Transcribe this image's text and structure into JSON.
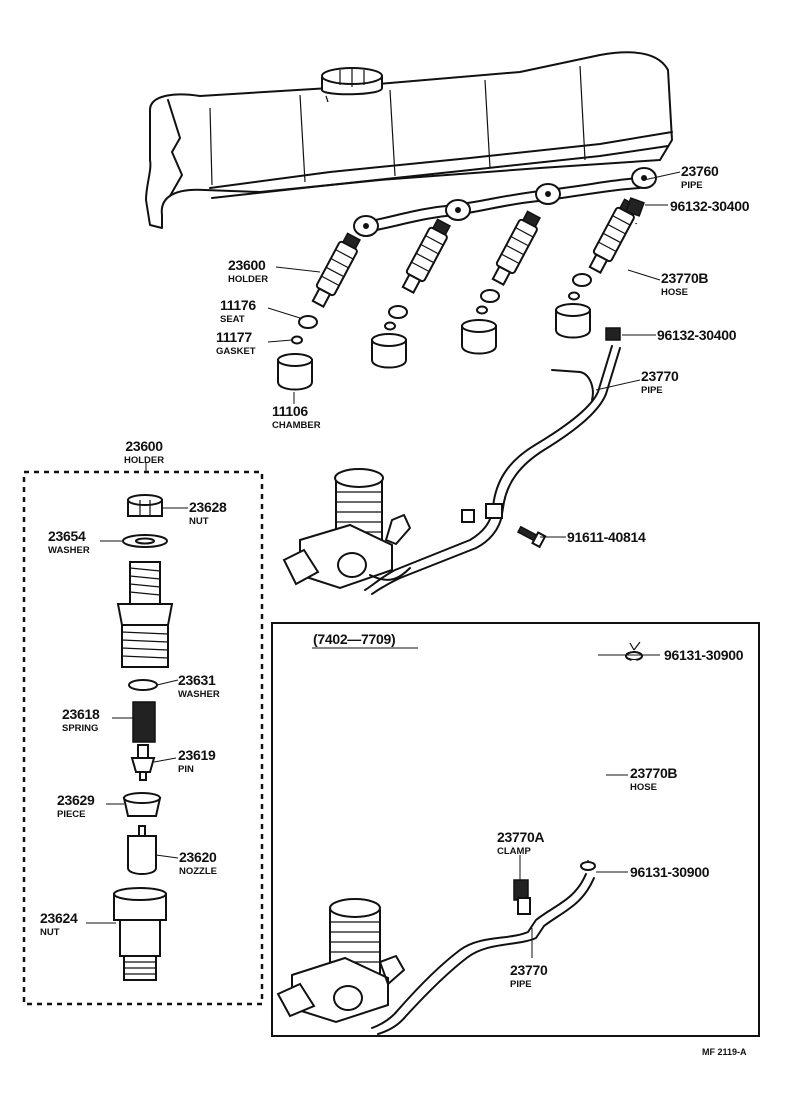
{
  "diagram_ref": "MF 2119-A",
  "main_parts": [
    {
      "id": "pipe_23760",
      "number": "23760",
      "name": "PIPE"
    },
    {
      "id": "union_96132_a",
      "number": "96132-30400",
      "name": ""
    },
    {
      "id": "hose_23770b",
      "number": "23770B",
      "name": "HOSE"
    },
    {
      "id": "union_96132_b",
      "number": "96132-30400",
      "name": ""
    },
    {
      "id": "pipe_23770",
      "number": "23770",
      "name": "PIPE"
    },
    {
      "id": "bolt_91611",
      "number": "91611-40814",
      "name": ""
    },
    {
      "id": "holder_23600",
      "number": "23600",
      "name": "HOLDER"
    },
    {
      "id": "seat_11176",
      "number": "11176",
      "name": "SEAT"
    },
    {
      "id": "gasket_11177",
      "number": "11177",
      "name": "GASKET"
    },
    {
      "id": "chamber_11106",
      "number": "11106",
      "name": "CHAMBER"
    }
  ],
  "holder_detail": {
    "title_number": "23600",
    "title_name": "HOLDER",
    "parts": [
      {
        "id": "nut_23628",
        "number": "23628",
        "name": "NUT"
      },
      {
        "id": "washer_23654",
        "number": "23654",
        "name": "WASHER"
      },
      {
        "id": "washer_23631",
        "number": "23631",
        "name": "WASHER"
      },
      {
        "id": "spring_23618",
        "number": "23618",
        "name": "SPRING"
      },
      {
        "id": "pin_23619",
        "number": "23619",
        "name": "PIN"
      },
      {
        "id": "piece_23629",
        "number": "23629",
        "name": "PIECE"
      },
      {
        "id": "nozzle_23620",
        "number": "23620",
        "name": "NOZZLE"
      },
      {
        "id": "nut_23624",
        "number": "23624",
        "name": "NUT"
      }
    ]
  },
  "inset": {
    "date_range": "(7402—7709)",
    "parts": [
      {
        "id": "clip_96131_a",
        "number": "96131-30900",
        "name": ""
      },
      {
        "id": "hose_23770b_i",
        "number": "23770B",
        "name": "HOSE"
      },
      {
        "id": "clamp_23770a",
        "number": "23770A",
        "name": "CLAMP"
      },
      {
        "id": "clip_96131_b",
        "number": "96131-30900",
        "name": ""
      },
      {
        "id": "pipe_23770_i",
        "number": "23770",
        "name": "PIPE"
      }
    ]
  }
}
